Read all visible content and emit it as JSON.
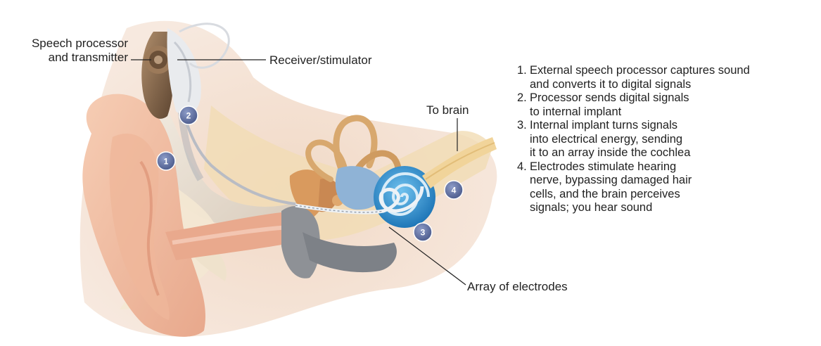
{
  "labels": {
    "speech_processor": [
      "Speech processor",
      "and transmitter"
    ],
    "receiver": "Receiver/stimulator",
    "to_brain": "To brain",
    "array": "Array of electrodes"
  },
  "badges": [
    "1",
    "2",
    "3",
    "4"
  ],
  "steps": [
    {
      "num": "1.",
      "lines": [
        "External speech processor captures sound",
        "and converts it to digital signals"
      ]
    },
    {
      "num": "2.",
      "lines": [
        "Processor sends digital signals",
        "to internal implant"
      ]
    },
    {
      "num": "3.",
      "lines": [
        "Internal implant turns signals",
        "into electrical energy, sending",
        "it to an array inside the cochlea"
      ]
    },
    {
      "num": "4.",
      "lines": [
        "Electrodes stimulate hearing",
        "nerve, bypassing damaged hair",
        "cells, and the brain perceives",
        "signals; you hear sound"
      ]
    }
  ],
  "colors": {
    "skin": "#f2c4a8",
    "skin_dark": "#e39c80",
    "tissue": "#f3dcb0",
    "bone": "#ebe3d6",
    "cochlea": "#3a9ad4",
    "processor": "#8a6a4c",
    "badge": "#6e7fae",
    "nerve": "#f1d49a"
  }
}
